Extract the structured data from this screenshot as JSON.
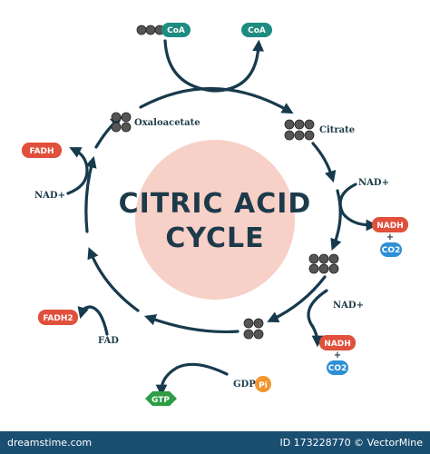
{
  "title_line1": "CITRIC ACID",
  "title_line2": "CYCLE",
  "labels": {
    "coa_in": "CoA",
    "coa_out": "CoA",
    "oxaloacetate": "Oxaloacetate",
    "citrate": "Citrate",
    "nad_top": "NAD+",
    "nadh_top": "NADH",
    "co2_top": "CO2",
    "nad_mid": "NAD+",
    "nadh_mid": "NADH",
    "co2_mid": "CO2",
    "gdp": "GDP",
    "pi": "Pi",
    "gtp": "GTP",
    "fad": "FAD",
    "fadh2": "FADH2",
    "nad_left": "NAD+",
    "fadh_left": "FADH",
    "plus1": "+",
    "plus2": "+"
  },
  "footer": {
    "left": "dreamstime.com",
    "right": "ID 173228770 © VectorMine"
  },
  "colors": {
    "center_circle": "#f7d0c7",
    "teal": "#1e8c80",
    "red": "#e0503c",
    "blue": "#2f8fd6",
    "green": "#2e9d45",
    "orange": "#f2952e",
    "arrow": "#173a4d"
  }
}
